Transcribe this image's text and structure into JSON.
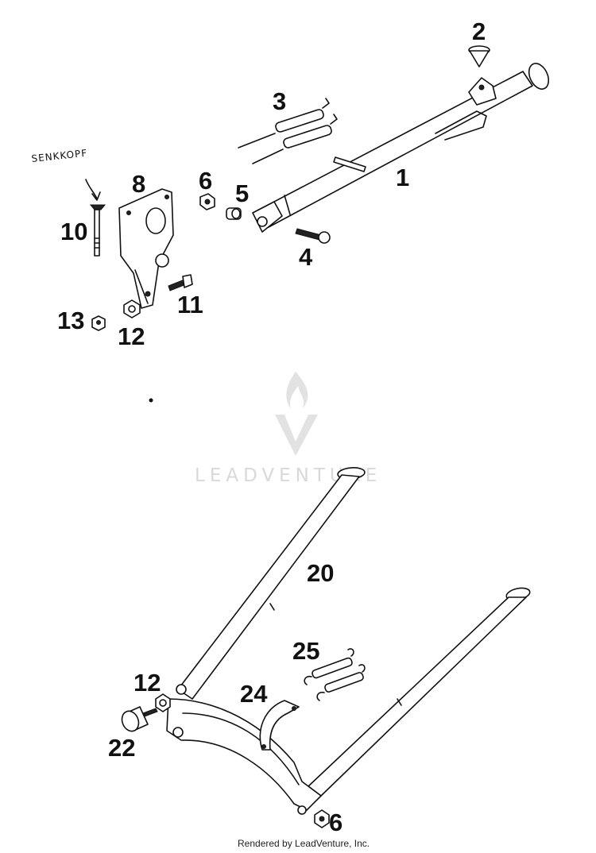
{
  "annotation": "SENKKOPF",
  "callouts": {
    "c1": "1",
    "c2": "2",
    "c3": "3",
    "c4": "4",
    "c5": "5",
    "c6a": "6",
    "c8": "8",
    "c10": "10",
    "c11": "11",
    "c12a": "12",
    "c13": "13",
    "c20": "20",
    "c24": "24",
    "c25": "25",
    "c12b": "12",
    "c22": "22",
    "c6b": "6"
  },
  "watermark": "LEADVENTURE",
  "footer": "Rendered by LeadVenture, Inc."
}
